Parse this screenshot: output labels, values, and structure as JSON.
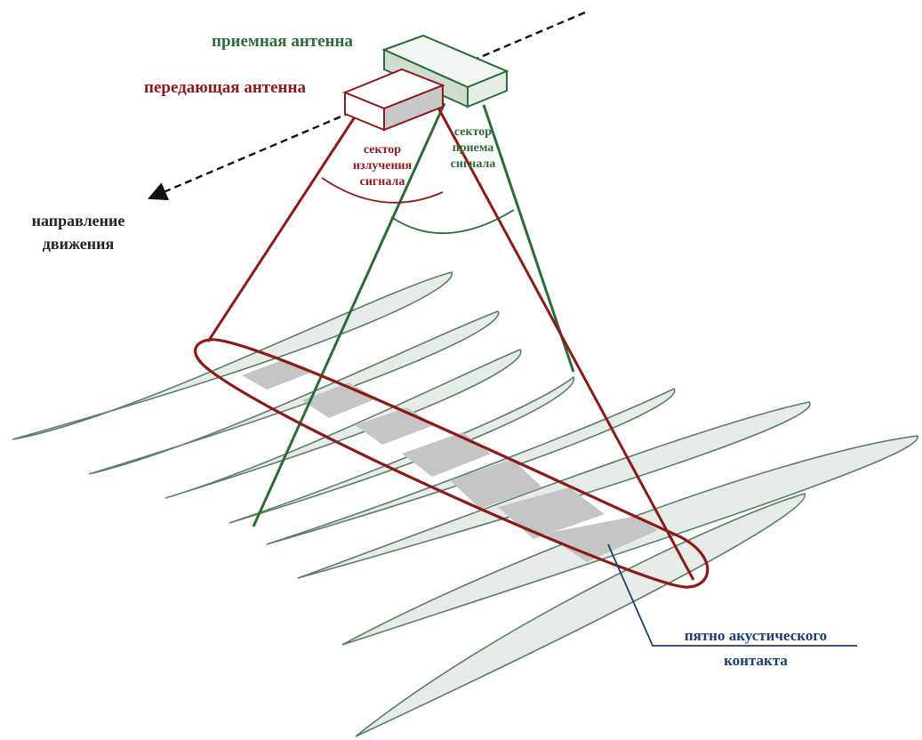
{
  "labels": {
    "receiving_antenna": "приемная антенна",
    "transmitting_antenna": "передающая антенна",
    "emission_sector": [
      "сектор",
      "излучения",
      "сигнала"
    ],
    "reception_sector": [
      "сектор",
      "приема",
      "сигнала"
    ],
    "motion_direction": [
      "направление",
      "движения"
    ],
    "contact_spot": [
      "пятно акустического",
      "контакта"
    ]
  },
  "colors": {
    "transmit": "#8b1a1a",
    "receive": "#2e6b3a",
    "spot_label": "#1f3f6e",
    "text_dark": "#222222",
    "lobe_fill": "#e6ece8",
    "lobe_stroke": "#5b7f66",
    "overlap_fill": "#c4c6c5",
    "box_green_fill": "#e3eee5"
  }
}
